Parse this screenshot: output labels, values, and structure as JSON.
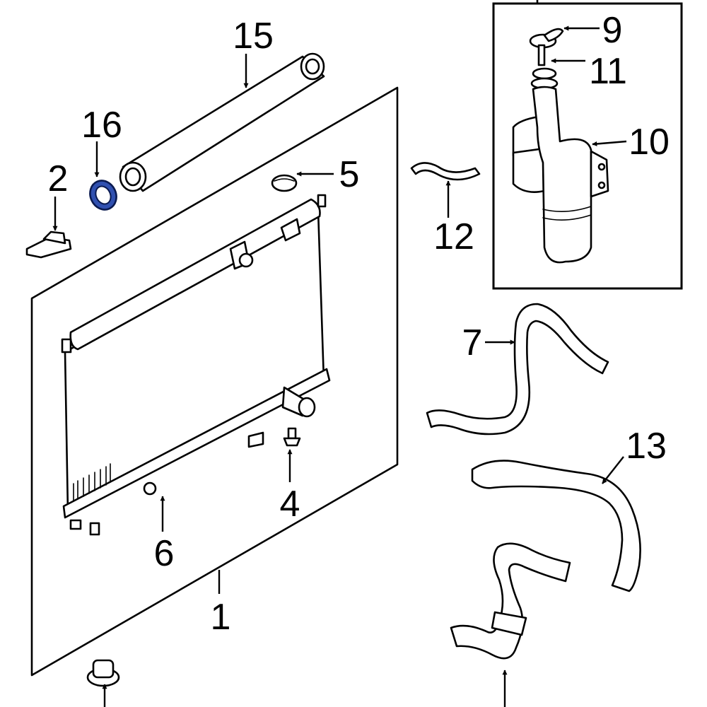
{
  "diagram": {
    "highlight_color": "#3050b0",
    "callouts": [
      {
        "id": "c1",
        "text": "1"
      },
      {
        "id": "c2",
        "text": "2"
      },
      {
        "id": "c4",
        "text": "4"
      },
      {
        "id": "c5",
        "text": "5"
      },
      {
        "id": "c6",
        "text": "6"
      },
      {
        "id": "c7",
        "text": "7"
      },
      {
        "id": "c9",
        "text": "9"
      },
      {
        "id": "c10",
        "text": "10"
      },
      {
        "id": "c11",
        "text": "11"
      },
      {
        "id": "c12",
        "text": "12"
      },
      {
        "id": "c13",
        "text": "13"
      },
      {
        "id": "c15",
        "text": "15"
      },
      {
        "id": "c16",
        "text": "16"
      }
    ]
  }
}
